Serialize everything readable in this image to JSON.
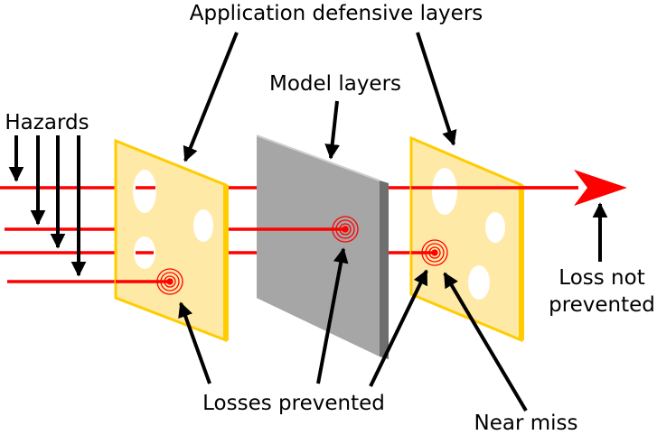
{
  "labels": {
    "application_layers": "Application defensive layers",
    "model_layers": "Model layers",
    "hazards": "Hazards",
    "loss_not_prevented_line1": "Loss not",
    "loss_not_prevented_line2": "prevented",
    "losses_prevented": "Losses prevented",
    "near_miss": "Near miss"
  },
  "colors": {
    "cheese_fill": "#ffe9a6",
    "cheese_edge": "#ffcc00",
    "model_front": "#a6a6a6",
    "model_edge": "#6e6e6e",
    "hazard_line": "#ff0000",
    "arrow": "#000000",
    "text": "#000000"
  }
}
